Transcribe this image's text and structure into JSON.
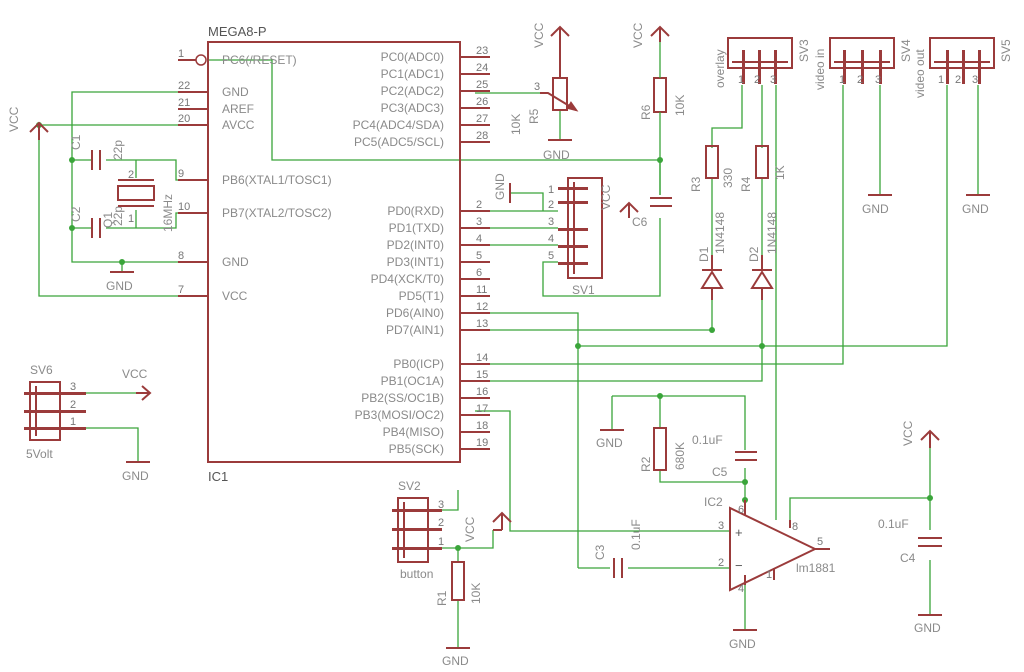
{
  "parts": {
    "ic1": {
      "name": "MEGA8-P",
      "ref": "IC1"
    },
    "sv1": {
      "ref": "SV1"
    },
    "sv2": {
      "ref": "SV2",
      "label": "button"
    },
    "sv3": {
      "ref": "SV3",
      "label": "overlay"
    },
    "sv4": {
      "ref": "SV4",
      "label": "video in"
    },
    "sv5": {
      "ref": "SV5",
      "label": "video out"
    },
    "sv6": {
      "ref": "SV6",
      "label": "5Volt"
    },
    "r1": {
      "ref": "R1",
      "value": "10K"
    },
    "r2": {
      "ref": "R2",
      "value": "680K"
    },
    "r3": {
      "ref": "R3",
      "value": "330"
    },
    "r4": {
      "ref": "R4",
      "value": "1K"
    },
    "r5": {
      "ref": "R5",
      "value": "10K"
    },
    "r6": {
      "ref": "R6",
      "value": "10K"
    },
    "c1": {
      "ref": "C1",
      "value": "22p"
    },
    "c2": {
      "ref": "C2",
      "value": "22p"
    },
    "c3": {
      "ref": "C3",
      "value": "0.1uF"
    },
    "c4": {
      "ref": "C4",
      "value": "0.1uF"
    },
    "c5": {
      "ref": "C5",
      "value": "0.1uF"
    },
    "c6": {
      "ref": "C6"
    },
    "d1": {
      "ref": "D1",
      "value": "1N4148"
    },
    "d2": {
      "ref": "D2",
      "value": "1N4148"
    },
    "q1": {
      "ref": "Q1",
      "value": "16MHz"
    },
    "ic2": {
      "ref": "IC2",
      "value": "lm1881"
    }
  },
  "power": {
    "vcc": "VCC",
    "gnd": "GND"
  },
  "ic1_left_pins": [
    {
      "num": "1",
      "name": "PC6(/RESET)"
    },
    {
      "num": "22",
      "name": "GND"
    },
    {
      "num": "21",
      "name": "AREF"
    },
    {
      "num": "20",
      "name": "AVCC"
    },
    {
      "num": "9",
      "name": "PB6(XTAL1/TOSC1)"
    },
    {
      "num": "10",
      "name": "PB7(XTAL2/TOSC2)"
    },
    {
      "num": "8",
      "name": "GND"
    },
    {
      "num": "7",
      "name": "VCC"
    }
  ],
  "ic1_right_pins": [
    {
      "num": "23",
      "name": "PC0(ADC0)"
    },
    {
      "num": "24",
      "name": "PC1(ADC1)"
    },
    {
      "num": "25",
      "name": "PC2(ADC2)"
    },
    {
      "num": "26",
      "name": "PC3(ADC3)"
    },
    {
      "num": "27",
      "name": "PC4(ADC4/SDA)"
    },
    {
      "num": "28",
      "name": "PC5(ADC5/SCL)"
    },
    {
      "num": "2",
      "name": "PD0(RXD)"
    },
    {
      "num": "3",
      "name": "PD1(TXD)"
    },
    {
      "num": "4",
      "name": "PD2(INT0)"
    },
    {
      "num": "5",
      "name": "PD3(INT1)"
    },
    {
      "num": "6",
      "name": "PD4(XCK/T0)"
    },
    {
      "num": "11",
      "name": "PD5(T1)"
    },
    {
      "num": "12",
      "name": "PD6(AIN0)"
    },
    {
      "num": "13",
      "name": "PD7(AIN1)"
    },
    {
      "num": "14",
      "name": "PB0(ICP)"
    },
    {
      "num": "15",
      "name": "PB1(OC1A)"
    },
    {
      "num": "16",
      "name": "PB2(SS/OC1B)"
    },
    {
      "num": "17",
      "name": "PB3(MOSI/OC2)"
    },
    {
      "num": "18",
      "name": "PB4(MISO)"
    },
    {
      "num": "19",
      "name": "PB5(SCK)"
    }
  ],
  "pin_numbers": {
    "one": "1",
    "two": "2",
    "three": "3",
    "four": "4",
    "five": "5",
    "six": "6",
    "eight": "8"
  },
  "ic2_pins": {
    "plus": "+",
    "minus": "−"
  },
  "colors": {
    "wire": "#3aa53a",
    "symbol": "#9b3b3b",
    "text": "#8a8a8a"
  }
}
